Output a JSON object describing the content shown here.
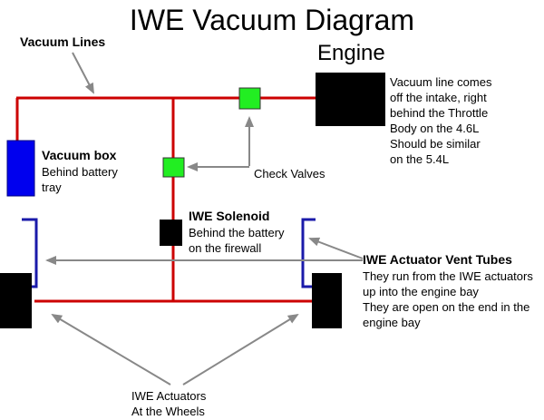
{
  "title": "IWE Vacuum Diagram",
  "labels": {
    "vacuum_lines": "Vacuum Lines",
    "engine": "Engine",
    "engine_note": "Vacuum line comes\noff the intake, right\nbehind the Throttle\nBody on the 4.6L\nShould be similar\non the 5.4L",
    "vacuum_box_title": "Vacuum box",
    "vacuum_box_note": "Behind battery\ntray",
    "check_valves": "Check Valves",
    "solenoid_title": "IWE Solenoid",
    "solenoid_note": "Behind the battery\non the firewall",
    "vent_tubes_title": "IWE Actuator Vent Tubes",
    "vent_tubes_note": "They run from the IWE actuators\nup into the engine bay\nThey are open on the end in the\nengine bay",
    "actuators": "IWE Actuators\nAt the Wheels"
  },
  "colors": {
    "vacuum_line": "#cc0000",
    "vent_tube": "#1a1aaa",
    "vacuum_box": "#0000ee",
    "check_valve": "#22ee22",
    "engine_block": "#000000",
    "solenoid": "#000000",
    "wheel": "#000000",
    "arrow": "#888888"
  }
}
